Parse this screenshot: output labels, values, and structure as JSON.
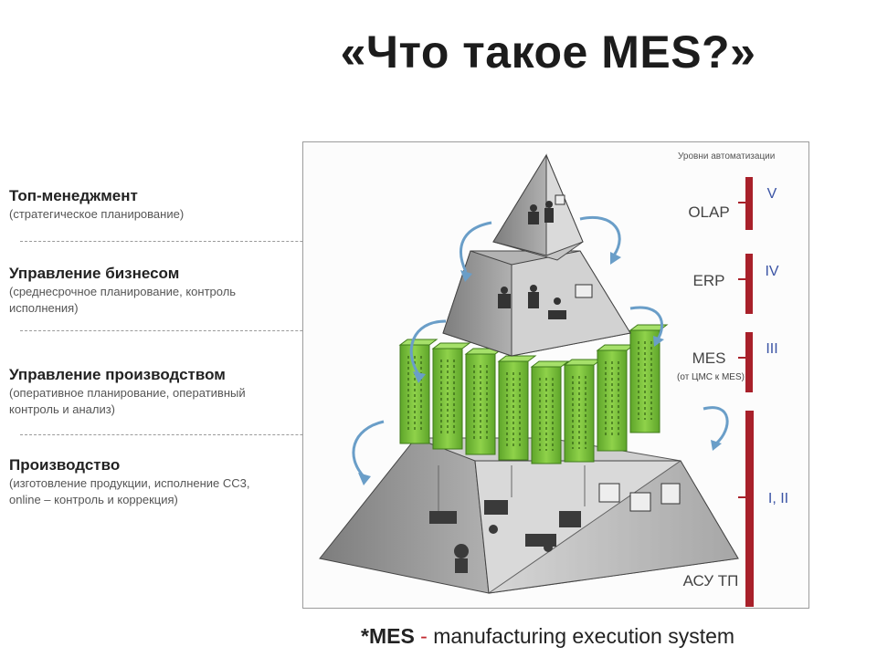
{
  "title": "«Что такое MES?»",
  "levels": [
    {
      "heading": "Топ-менеджмент",
      "sub": "(стратегическое планирование)"
    },
    {
      "heading": "Управление бизнесом",
      "sub": "(среднесрочное планирование, контроль\nисполнения)"
    },
    {
      "heading": "Управление производством",
      "sub": "(оперативное планирование, оперативный\nконтроль и анализ)"
    },
    {
      "heading": "Производство",
      "sub": "(изготовление продукции, исполнение СС3,\nonline – контроль и коррекция)"
    }
  ],
  "diagram": {
    "header": "Уровни автоматизации",
    "systems": [
      {
        "name": "OLAP",
        "roman": "V"
      },
      {
        "name": "ERP",
        "roman": "IV"
      },
      {
        "name": "MES",
        "roman": "III",
        "note": "(от ЦМС к MES)"
      },
      {
        "name": "АСУ ТП",
        "roman": "I, II"
      }
    ]
  },
  "footer": {
    "prefix": "*MES",
    "separator": " - ",
    "text": "manufacturing execution system"
  },
  "colors": {
    "accent_red": "#a8202a",
    "mes_green": "#7cc43a",
    "pyramid_gray": "#b9b9b9"
  }
}
